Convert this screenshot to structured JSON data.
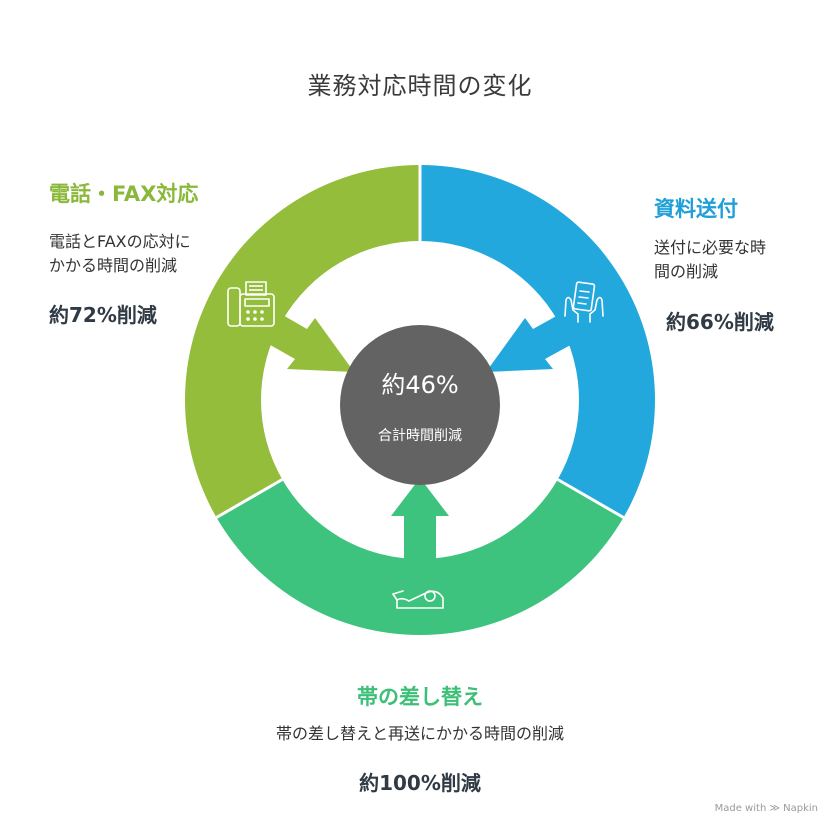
{
  "title": "業務対応時間の変化",
  "center": {
    "value": "約46%",
    "label": "合計時間削減"
  },
  "segments": [
    {
      "id": "phone-fax",
      "heading": "電話・FAX対応",
      "description_line1": "電話とFAXの応対に",
      "description_line2": "かかる時間の削減",
      "stat": "約72%削減",
      "color": "#93bd3a",
      "icon": "fax-machine-icon"
    },
    {
      "id": "document-sending",
      "heading": "資料送付",
      "description_line1": "送付に必要な時",
      "description_line2": "間の削減",
      "stat": "約66%削減",
      "color": "#22a8dc",
      "icon": "handing-document-icon"
    },
    {
      "id": "band-replacement",
      "heading": "帯の差し替え",
      "description_line1": "帯の差し替えと再送にかかる時間の削減",
      "stat": "約100%削減",
      "color": "#3dc37d",
      "icon": "tape-dispenser-icon"
    }
  ],
  "colors": {
    "center": "#636363"
  },
  "footer": {
    "made_with": "Made with",
    "brand": "Napkin"
  }
}
